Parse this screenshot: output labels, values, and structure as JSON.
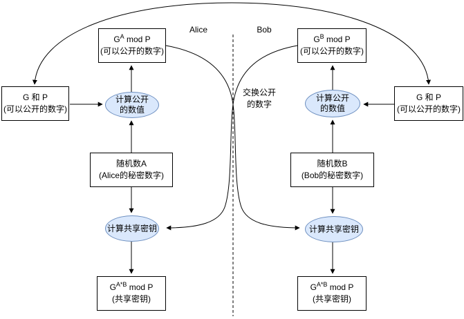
{
  "colors": {
    "ellipse_fill": "#dae8fc",
    "ellipse_stroke": "#6c8ebf",
    "line_color": "#000000",
    "box_fill": "#ffffff",
    "box_stroke": "#000000"
  },
  "labels": {
    "alice": "Alice",
    "bob": "Bob",
    "exchange": [
      "交换公开",
      "的数字"
    ]
  },
  "alice": {
    "gp": {
      "title": "G 和 P",
      "note": "(可以公开的数字)"
    },
    "public": {
      "base": "G",
      "sup": "A",
      "tail": " mod P",
      "note": "(可以公开的数字)"
    },
    "calc_public": [
      "计算公开",
      "的数值"
    ],
    "random": {
      "title": "随机数A",
      "note": "(Alice的秘密数字)"
    },
    "calc_shared": "计算共享密钥",
    "shared": {
      "base": "G",
      "sup": "A*B",
      "tail": " mod P",
      "note": "(共享密钥)"
    }
  },
  "bob": {
    "gp": {
      "title": "G 和 P",
      "note": "(可以公开的数字)"
    },
    "public": {
      "base": "G",
      "sup": "B",
      "tail": " mod P",
      "note": "(可以公开的数字)"
    },
    "calc_public": [
      "计算公开",
      "的数值"
    ],
    "random": {
      "title": "随机数B",
      "note": "(Bob的秘密数字)"
    },
    "calc_shared": "计算共享密钥",
    "shared": {
      "base": "G",
      "sup": "A*B",
      "tail": " mod P",
      "note": "(共享密钥)"
    }
  }
}
